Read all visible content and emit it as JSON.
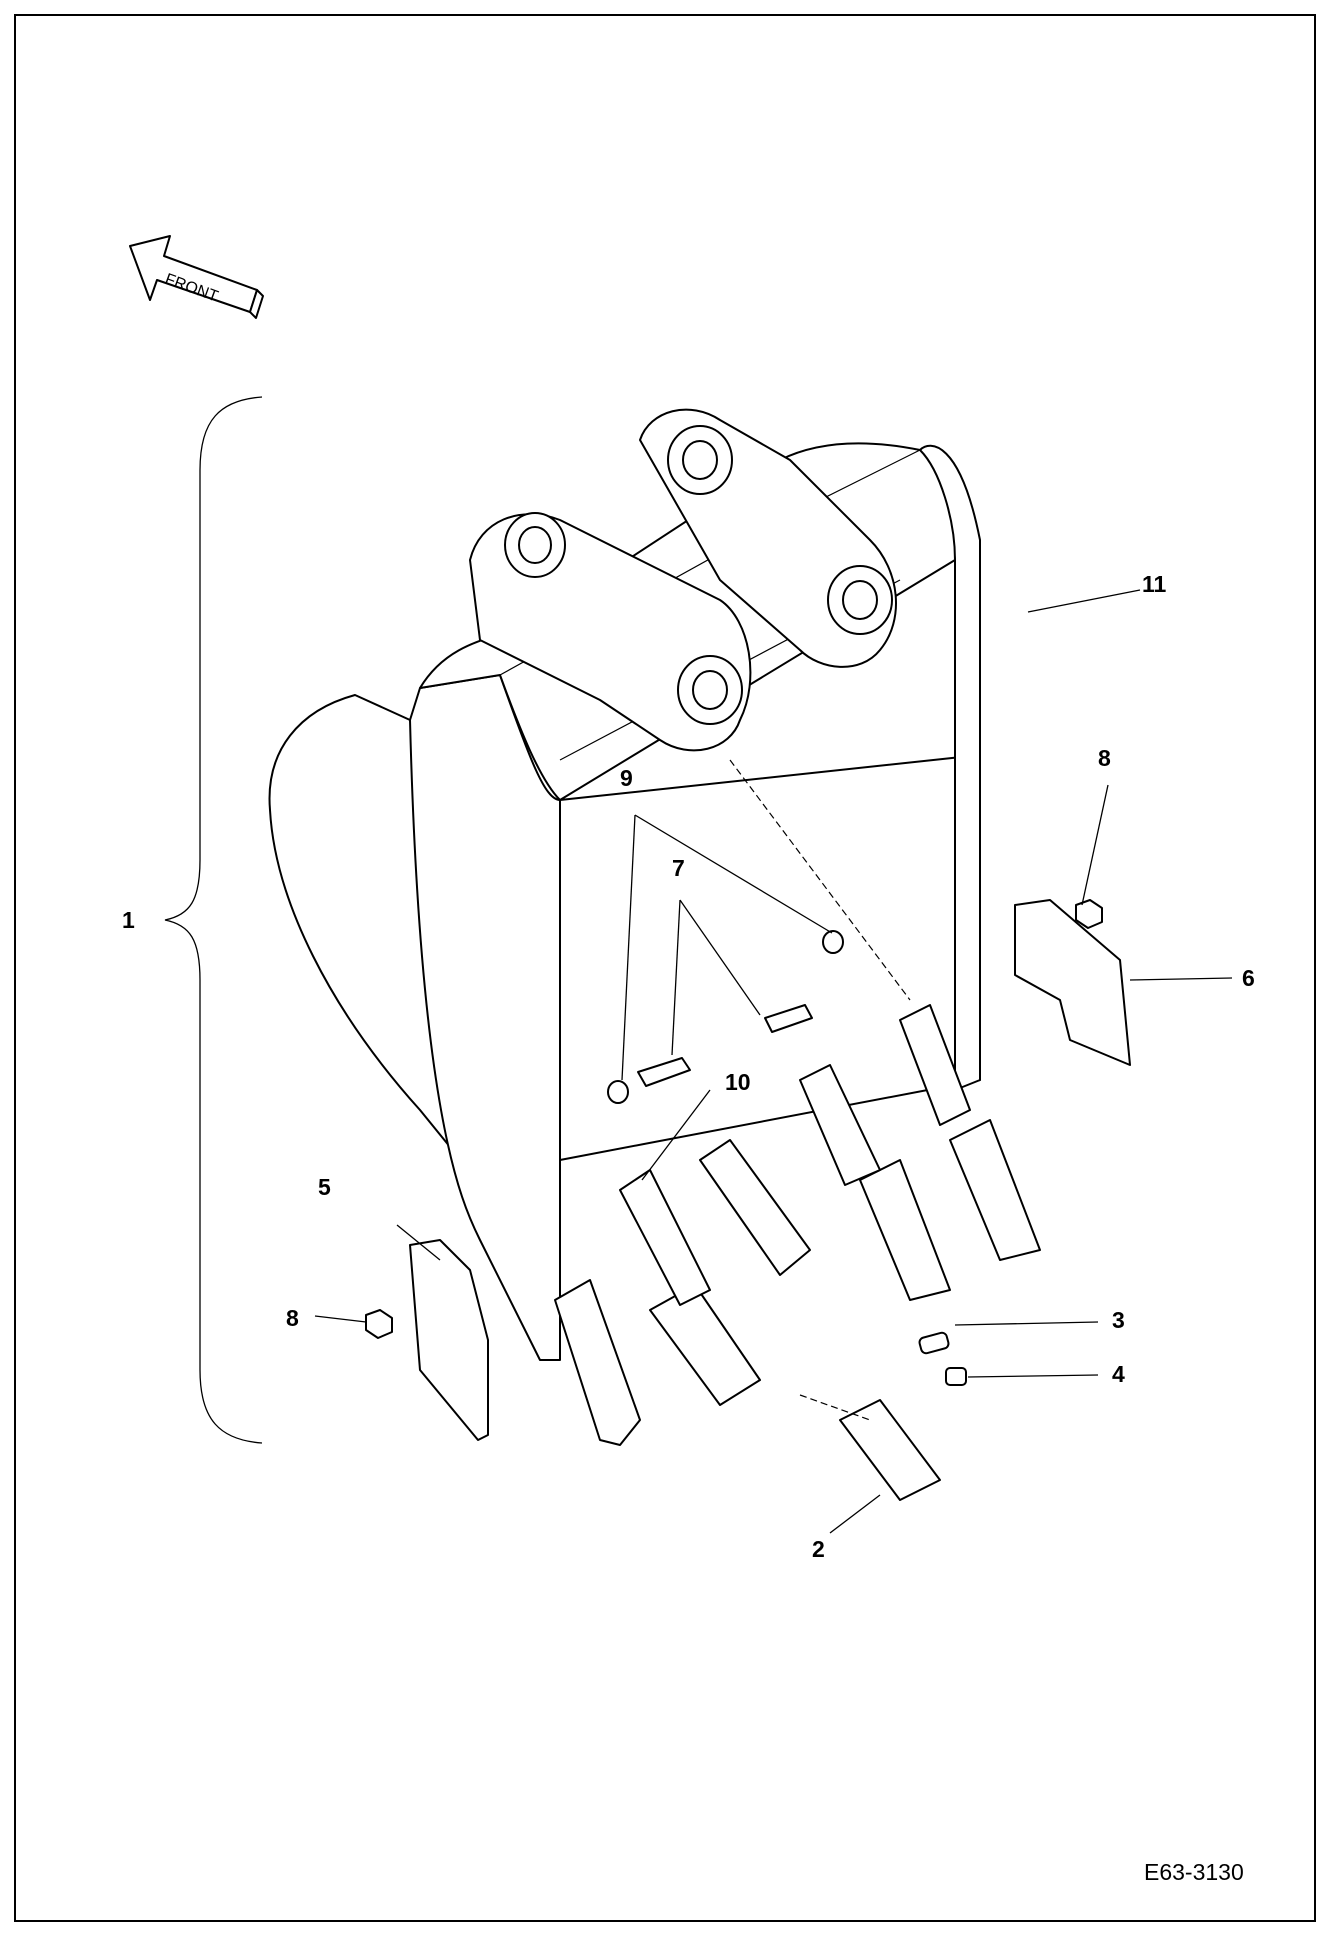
{
  "figure": {
    "code": "E63-3130",
    "front_label": "FRONT"
  },
  "callouts": [
    "1",
    "2",
    "3",
    "4",
    "5",
    "6",
    "7",
    "8",
    "8",
    "9",
    "10",
    "11"
  ],
  "colors": {
    "line": "#000000",
    "background": "#ffffff"
  }
}
